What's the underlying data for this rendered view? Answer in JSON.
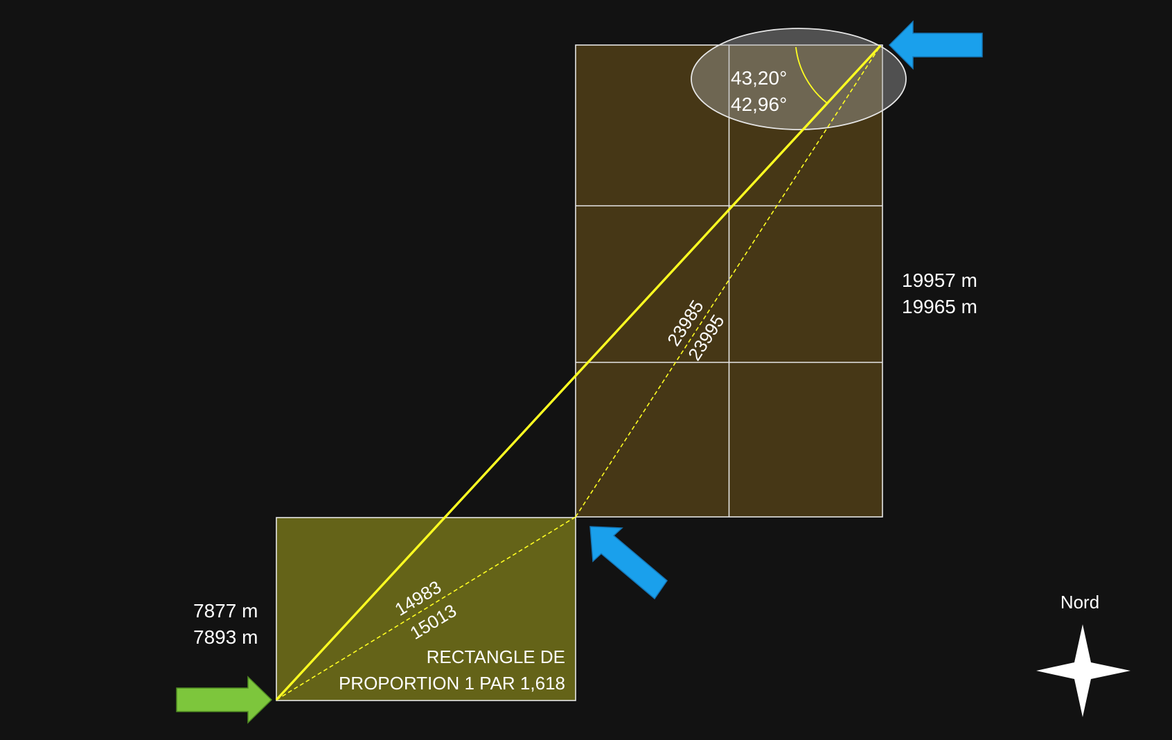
{
  "colors": {
    "background": "#121212",
    "large_rect_fill": "#463716",
    "small_rect_fill": "#646318",
    "grid_line": "#e6e6e6",
    "diagonal": "#ffff22",
    "arrow_blue": "#1aa0ec",
    "arrow_green": "#7dc63c",
    "ellipse_fill": "#a6a6a6"
  },
  "icons": {
    "compass": "compass-star-icon",
    "arrow_green": "arrow-right-icon",
    "arrow_blue_top": "arrow-left-icon",
    "arrow_blue_mid": "arrow-up-left-icon"
  },
  "angle": {
    "line1": "43,20°",
    "line2": "42,96°"
  },
  "large_rect": {
    "height_line1": "19957 m",
    "height_line2": "19965 m",
    "diag_line1": "23985",
    "diag_line2": "23995"
  },
  "small_rect": {
    "height_line1": "7877 m",
    "height_line2": "7893 m",
    "diag_line1": "14983",
    "diag_line2": "15013",
    "caption_line1": "RECTANGLE DE",
    "caption_line2": "PROPORTION 1 PAR 1,618"
  },
  "compass": {
    "label": "Nord"
  }
}
